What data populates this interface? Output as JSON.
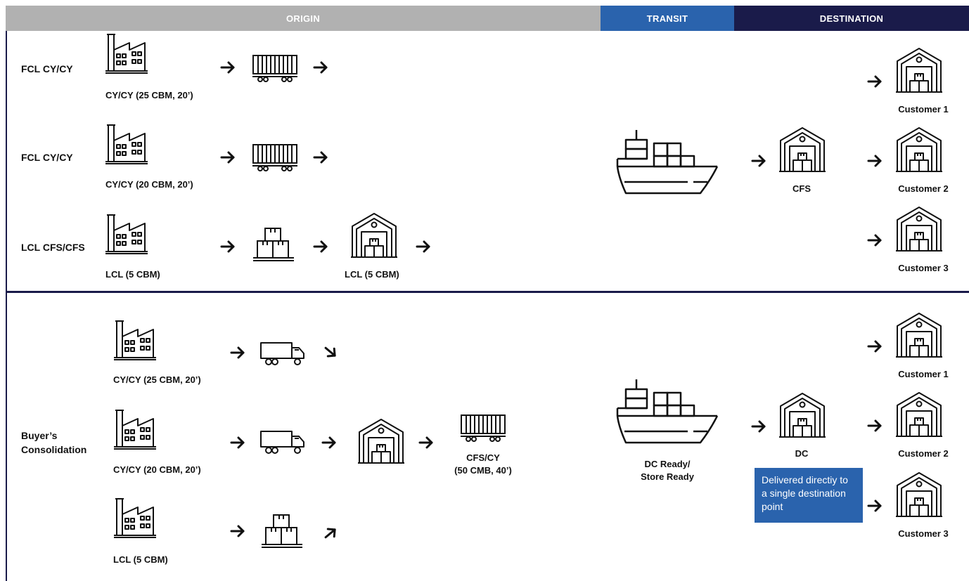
{
  "headers": {
    "origin": "ORIGIN",
    "transit": "TRANSIT",
    "destination": "DESTINATION"
  },
  "colors": {
    "origin_header": "#b1b1b1",
    "transit_header": "#2a63ad",
    "destination_header": "#1a1b4a",
    "note_box": "#2a63ad"
  },
  "top": {
    "rows": [
      {
        "label": "FCL CY/CY",
        "factory_caption": "CY/CY (25 CBM, 20’)"
      },
      {
        "label": "FCL CY/CY",
        "factory_caption": "CY/CY (20 CBM, 20’)"
      },
      {
        "label": "LCL CFS/CFS",
        "factory_caption": "LCL (5 CBM)",
        "warehouse_caption": "LCL (5 CBM)"
      }
    ],
    "hub_caption": "CFS",
    "customers": [
      "Customer 1",
      "Customer 2",
      "Customer 3"
    ]
  },
  "bottom": {
    "label_line1": "Buyer’s",
    "label_line2": "Consolidation",
    "factory_captions": [
      "CY/CY (25 CBM, 20’)",
      "CY/CY (20 CBM, 20’)",
      "LCL (5 CBM)"
    ],
    "container_caption_line1": "CFS/CY",
    "container_caption_line2": "(50 CMB, 40’)",
    "ship_caption_line1": "DC Ready/",
    "ship_caption_line2": "Store Ready",
    "hub_caption": "DC",
    "note": "Delivered directiy to a single destination point",
    "customers": [
      "Customer 1",
      "Customer 2",
      "Customer 3"
    ]
  },
  "icons": [
    "factory-icon",
    "container-icon",
    "truck-icon",
    "boxes-icon",
    "warehouse-icon",
    "ship-icon",
    "arrow-icon"
  ]
}
